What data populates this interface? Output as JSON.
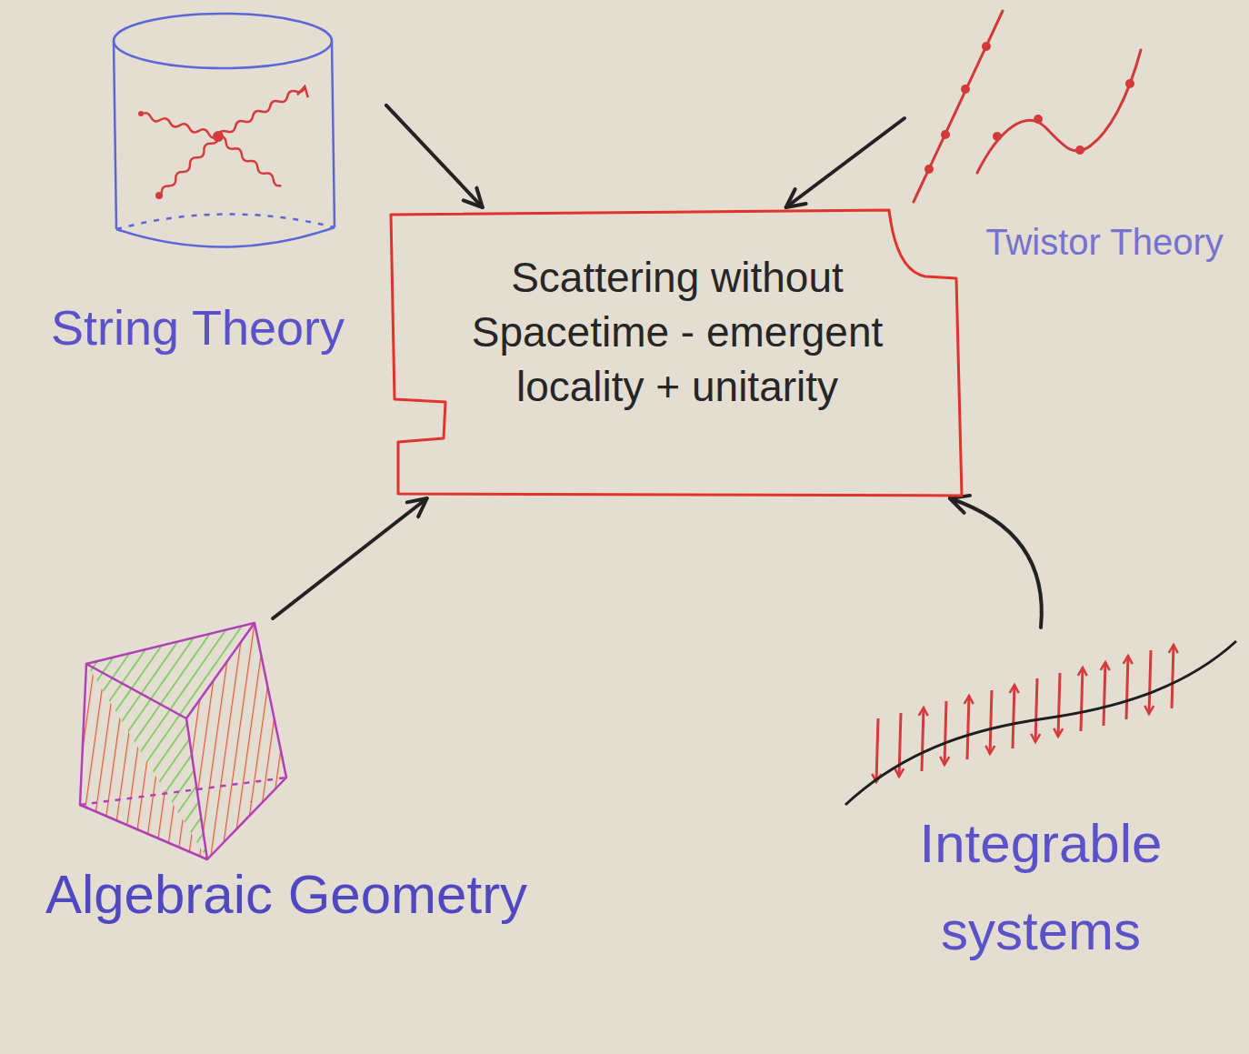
{
  "diagram": {
    "nodes": [
      {
        "text": [
          "String Theory"
        ]
      },
      {
        "text": [
          "Twistor Theory"
        ]
      },
      {
        "text": [
          "Scattering without Spacetime - emergent locality + unitarity"
        ]
      },
      {
        "text": [
          "Algebraic Geometry"
        ]
      },
      {
        "text": [
          "Integrable systems"
        ]
      }
    ],
    "edges": [
      {
        "from": 0,
        "to": 2,
        "arrow": "to"
      },
      {
        "from": 1,
        "to": 2,
        "arrow": "to"
      },
      {
        "from": 3,
        "to": 2,
        "arrow": "to"
      },
      {
        "from": 4,
        "to": 2,
        "arrow": "to"
      }
    ]
  }
}
